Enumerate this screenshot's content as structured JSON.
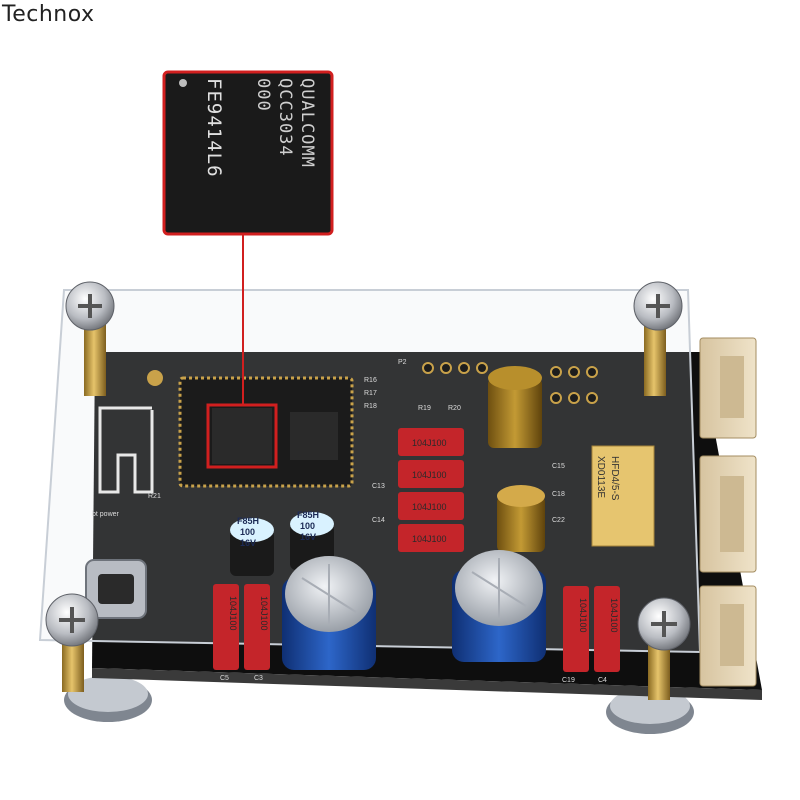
{
  "brand": {
    "watermark": "Technox"
  },
  "chip": {
    "line1": "QUALCOMM",
    "line2": "QCC3034",
    "line3": "000",
    "line4": "FE9414L6"
  },
  "board": {
    "film_caps": [
      "104J100",
      "104J100",
      "104J100",
      "104J100",
      "104J100",
      "104J100",
      "104J100",
      "104J100"
    ],
    "small_caps": [
      {
        "l1": "F85H",
        "l2": "100",
        "l3": "16V"
      },
      {
        "l1": "F85H",
        "l2": "100",
        "l3": "16V"
      }
    ],
    "relay": {
      "l1": "HFD4/5-S",
      "l2": "XD0113E"
    },
    "silkscreen": {
      "bt_power": "bt power",
      "p2": "P2",
      "r16": "R16",
      "r17": "R17",
      "r18": "R18",
      "r19": "R19",
      "r20": "R20",
      "c13": "C13",
      "c14": "C14",
      "c15": "C15",
      "c18": "C18",
      "c22": "C22",
      "c19": "C19",
      "c4": "C4",
      "c5": "C5",
      "c3": "C3",
      "r21": "R21"
    }
  },
  "colors": {
    "board": "#151515",
    "chip_highlight": "#d11f1f",
    "film_cap": "#c4252a",
    "brass": "#c9a24a",
    "blue_cap": "#1d4fa8"
  }
}
